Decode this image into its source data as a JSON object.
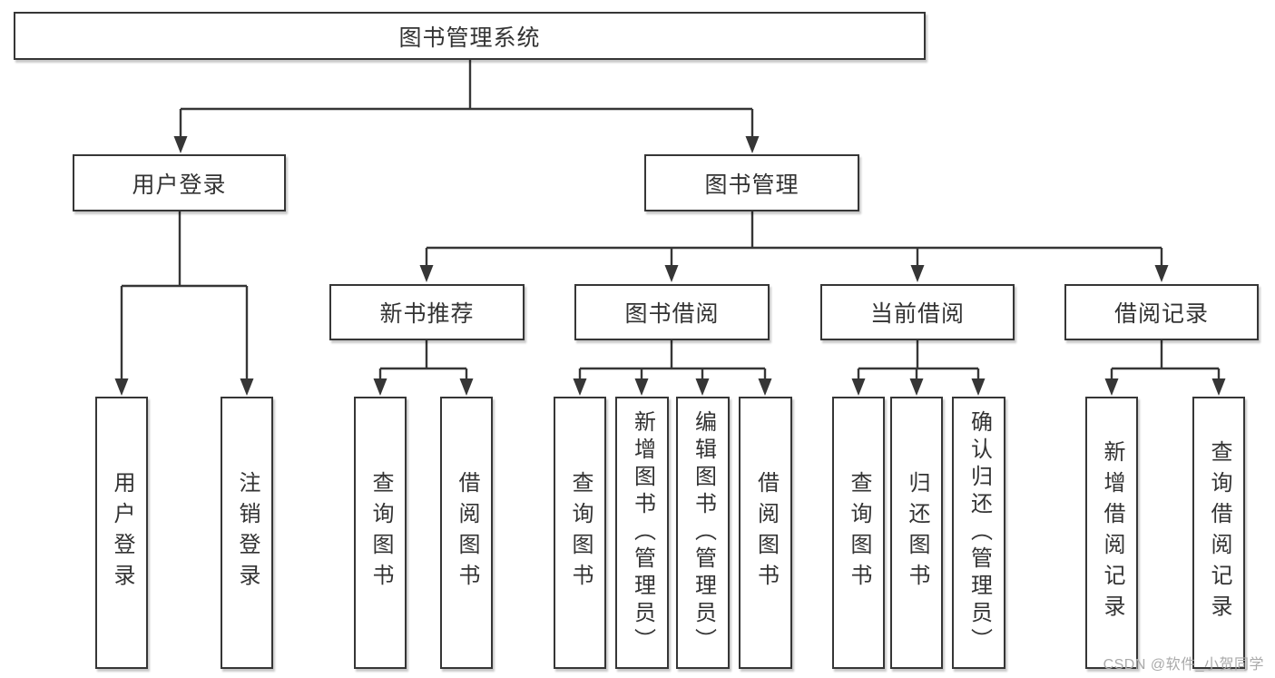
{
  "colors": {
    "line": "#363636",
    "text": "#333333",
    "watermark": "#aaaaaa",
    "background": "#ffffff"
  },
  "tree": {
    "root": {
      "label": "图书管理系统"
    },
    "branches": [
      {
        "label": "用户登录",
        "children": [
          {
            "label": "用户登录"
          },
          {
            "label": "注销登录"
          }
        ]
      },
      {
        "label": "图书管理",
        "groups": [
          {
            "label": "新书推荐",
            "children": [
              {
                "label": "查询图书"
              },
              {
                "label": "借阅图书"
              }
            ]
          },
          {
            "label": "图书借阅",
            "children": [
              {
                "label": "查询图书"
              },
              {
                "label": "新增图书（管理员）"
              },
              {
                "label": "编辑图书（管理员）"
              },
              {
                "label": "借阅图书"
              }
            ]
          },
          {
            "label": "当前借阅",
            "children": [
              {
                "label": "查询图书"
              },
              {
                "label": "归还图书"
              },
              {
                "label": "确认归还（管理员）"
              }
            ]
          },
          {
            "label": "借阅记录",
            "children": [
              {
                "label": "新增借阅记录"
              },
              {
                "label": "查询借阅记录"
              }
            ]
          }
        ]
      }
    ]
  },
  "watermark": {
    "text": "CSDN @软件_小贺同学"
  }
}
